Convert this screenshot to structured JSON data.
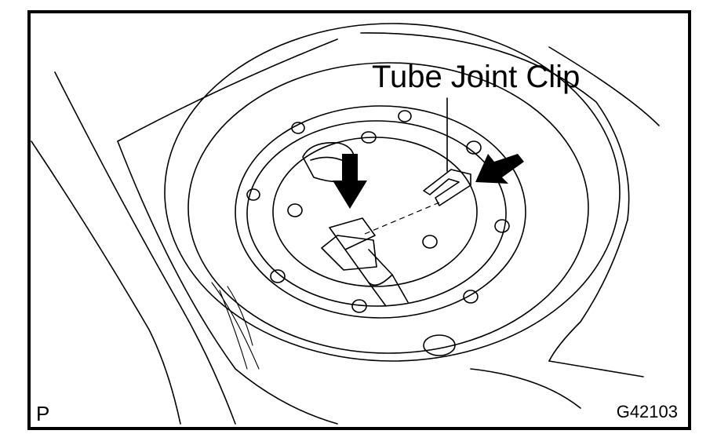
{
  "figure": {
    "callout_label": "Tube Joint Clip",
    "corner_left_mark": "P",
    "corner_right_code": "G42103"
  }
}
